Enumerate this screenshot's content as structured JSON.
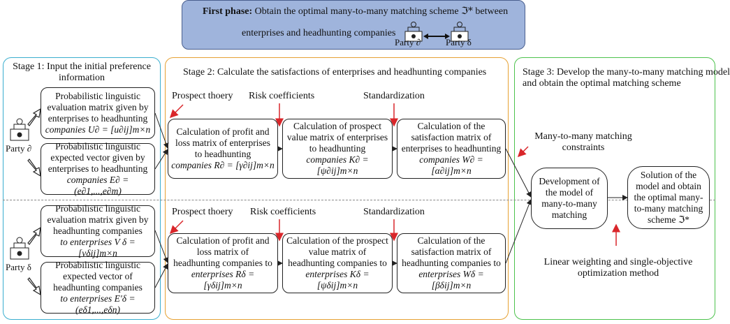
{
  "phase": {
    "line1_bold": "First phase:",
    "line1_rest": "Obtain the optimal many-to-many matching scheme",
    "symbol": "ℑ*",
    "line1_tail": "between",
    "line2": "enterprises and headhunting companies",
    "party_a": "Party ∂",
    "party_b": "Party δ"
  },
  "stage1": {
    "title_l1": "Stage 1: Input the initial preference",
    "title_l2": "information",
    "top_box1": [
      "Probabilistic linguistic",
      "evaluation matrix given by",
      "enterprises to headhunting",
      "companies U∂ = [u∂ij]m×n"
    ],
    "top_box2": [
      "Probabilistic linguistic",
      "expected vector given by",
      "enterprises to headhunting",
      "companies  E∂ = (e∂1,...,e∂m)"
    ],
    "party_top": "Party ∂",
    "bot_box1": [
      "Probabilistic linguistic",
      "evaluation matrix given by",
      "headhunting companies",
      "to enterprises V δ = [vδij]m×n"
    ],
    "bot_box2": [
      "Probabilistic linguistic",
      "expected vector of",
      "headhunting companies",
      "to enterprises  E'δ = (eδ1,...,eδn)"
    ],
    "party_bot": "Party δ"
  },
  "stage2": {
    "title": "Stage 2: Calculate the satisfactions of enterprises and headhunting companies",
    "top_labels": [
      "Prospect thoery",
      "Risk coefficients",
      "Standardization"
    ],
    "top_boxes": [
      [
        "Calculation of profit and",
        "loss matrix of enterprises",
        "to headhunting",
        "companies  R∂ = [γ∂ij]m×n"
      ],
      [
        "Calculation of prospect",
        "value matrix of enterprises",
        "to headhunting",
        "companies  K∂ = [ψ∂ij]m×n"
      ],
      [
        "Calculation of the",
        "satisfaction matrix of",
        "enterprises to headhunting",
        "companies W∂ = [α∂ij]m×n"
      ]
    ],
    "bot_labels": [
      "Prospect thoery",
      "Risk coefficients",
      "Standardization"
    ],
    "bot_boxes": [
      [
        "Calculation of profit and",
        "loss matrix of",
        "headhunting companies to",
        "enterprises  Rδ = [γδij]m×n"
      ],
      [
        "Calculation of the prospect",
        "value matrix of",
        "headhunting companies to",
        "enterprises Kδ = [ψδij]m×n"
      ],
      [
        "Calculation of the",
        "satisfaction matrix of",
        "headhunting companies to",
        "enterprises Wδ = [βδij]m×n"
      ]
    ]
  },
  "stage3": {
    "title_l1": "Stage 3: Develop the many-to-many matching model",
    "title_l2": "and obtain the optimal matching scheme",
    "constraints_l1": "Many-to-many matching",
    "constraints_l2": "constraints",
    "model_box": [
      "Development of",
      "the model of",
      "many-to-many",
      "matching"
    ],
    "solution_box": [
      "Solution of the",
      "model and obtain",
      "the optimal many-",
      "to-many matching",
      "scheme ℑ*"
    ],
    "method_l1": "Linear weighting and single-objective",
    "method_l2": "optimization method"
  },
  "colors": {
    "phase_fill": "#9fb4dc",
    "stage1_border": "#3aaecf",
    "stage2_border": "#e6a133",
    "stage3_border": "#4cc24c",
    "arrow_red": "#d9262a"
  }
}
